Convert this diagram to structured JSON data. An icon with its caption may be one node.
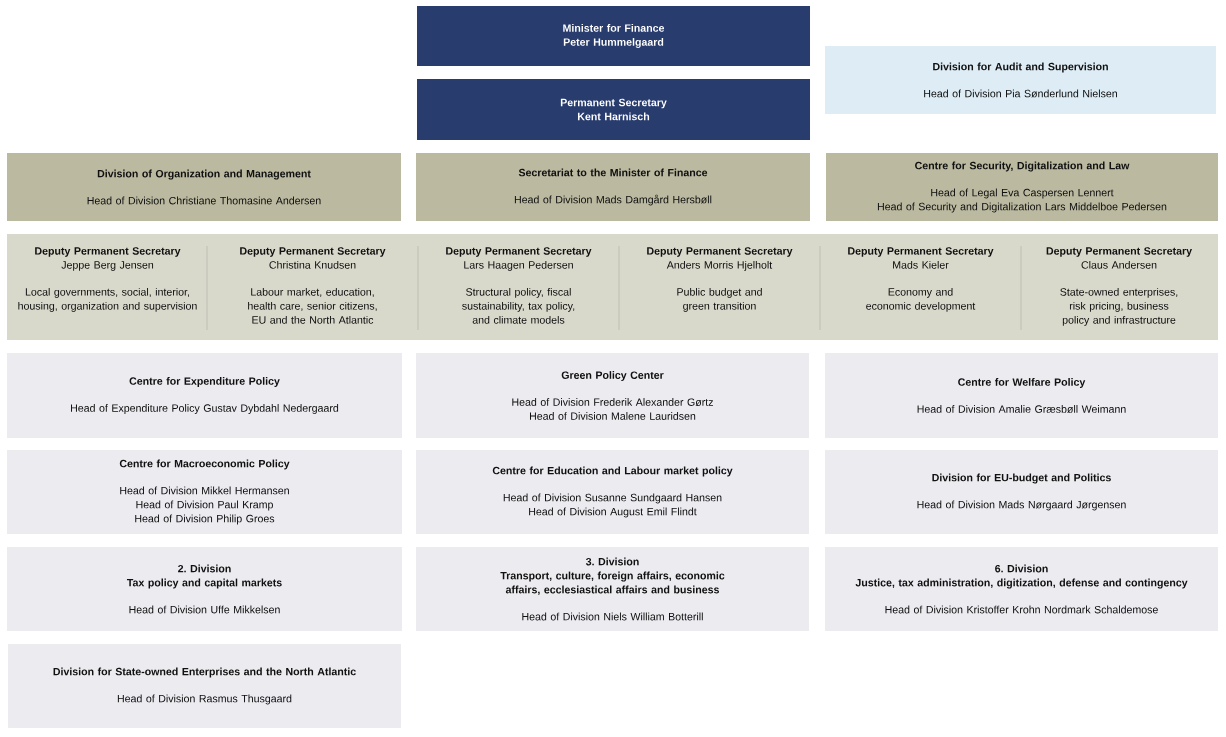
{
  "diagram": {
    "nodes": [
      {
        "text": [
          "Minister for Finance",
          "Peter Hummelgaard"
        ]
      },
      {
        "text": [
          "Permanent Secretary",
          "Kent Harnisch"
        ]
      },
      {
        "text": [
          "Division for Audit and Supervision",
          "Head of Division Pia Sønderlund Nielsen"
        ]
      },
      {
        "text": [
          "Division of Organization and Management",
          "Head of Division Christiane Thomasine Andersen"
        ]
      },
      {
        "text": [
          "Secretariat to the Minister of Finance",
          "Head of Division Mads Damgård Hersbøll"
        ]
      },
      {
        "text": [
          "Centre for Security, Digitalization and Law",
          "Head of Legal Eva Caspersen Lennert",
          "Head of Security and Digitalization Lars Middelboe Pedersen"
        ]
      },
      {
        "text": [],
        "shape": "box"
      },
      {
        "text": [
          "Deputy Permanent Secretary",
          "Jeppe Berg Jensen",
          "Local governments, social, interior, housing, organization and supervision"
        ],
        "in": 6
      },
      {
        "text": [
          "Deputy Permanent Secretary",
          "Christina Knudsen",
          "Labour market, education, health care, senior citizens, EU and the North Atlantic"
        ],
        "in": 6
      },
      {
        "text": [
          "Deputy Permanent Secretary",
          "Lars Haagen Pedersen",
          "Structural policy, fiscal sustainability, tax policy, and climate models"
        ],
        "in": 6
      },
      {
        "text": [
          "Deputy Permanent Secretary",
          "Anders Morris Hjelholt",
          "Public budget and green transition"
        ],
        "in": 6
      },
      {
        "text": [
          "Deputy Permanent Secretary",
          "Mads Kieler",
          "Economy and economic development"
        ],
        "in": 6
      },
      {
        "text": [
          "Deputy Permanent Secretary",
          "Claus Andersen",
          "State-owned enterprises, risk pricing, business policy and infrastructure"
        ],
        "in": 6
      },
      {
        "text": [
          "Centre for Expenditure Policy",
          "Head of Expenditure Policy Gustav Dybdahl Nedergaard"
        ]
      },
      {
        "text": [
          "Green Policy Center",
          "Head of Division Frederik Alexander Gørtz",
          "Head of Division Malene Lauridsen"
        ]
      },
      {
        "text": [
          "Centre for Welfare Policy",
          "Head of Division Amalie Græsbøll Weimann"
        ]
      },
      {
        "text": [
          "Centre for Macroeconomic Policy",
          "Head of Division Mikkel Hermansen",
          "Head of Division Paul Kramp",
          "Head of Division Philip Groes"
        ]
      },
      {
        "text": [
          "Centre for Education and Labour market policy",
          "Head of Division Susanne Sundgaard Hansen",
          "Head of Division August Emil Flindt"
        ]
      },
      {
        "text": [
          "Division for EU-budget and Politics",
          "Head of Division Mads Nørgaard Jørgensen"
        ]
      },
      {
        "text": [
          "2. Division",
          "Tax policy and capital markets",
          "Head of Division Uffe Mikkelsen"
        ]
      },
      {
        "text": [
          "3. Division",
          "Transport, culture, foreign affairs, economic affairs, ecclesiastical affairs and business",
          "Head of Division Niels William Botterill"
        ]
      },
      {
        "text": [
          "6. Division",
          "Justice, tax administration, digitization, defense and contingency",
          "Head of Division Kristoffer Krohn Nordmark Schaldemose"
        ]
      },
      {
        "text": [
          "Division for State-owned Enterprises and the North Atlantic",
          "Head of Division Rasmus Thusgaard"
        ]
      }
    ]
  }
}
